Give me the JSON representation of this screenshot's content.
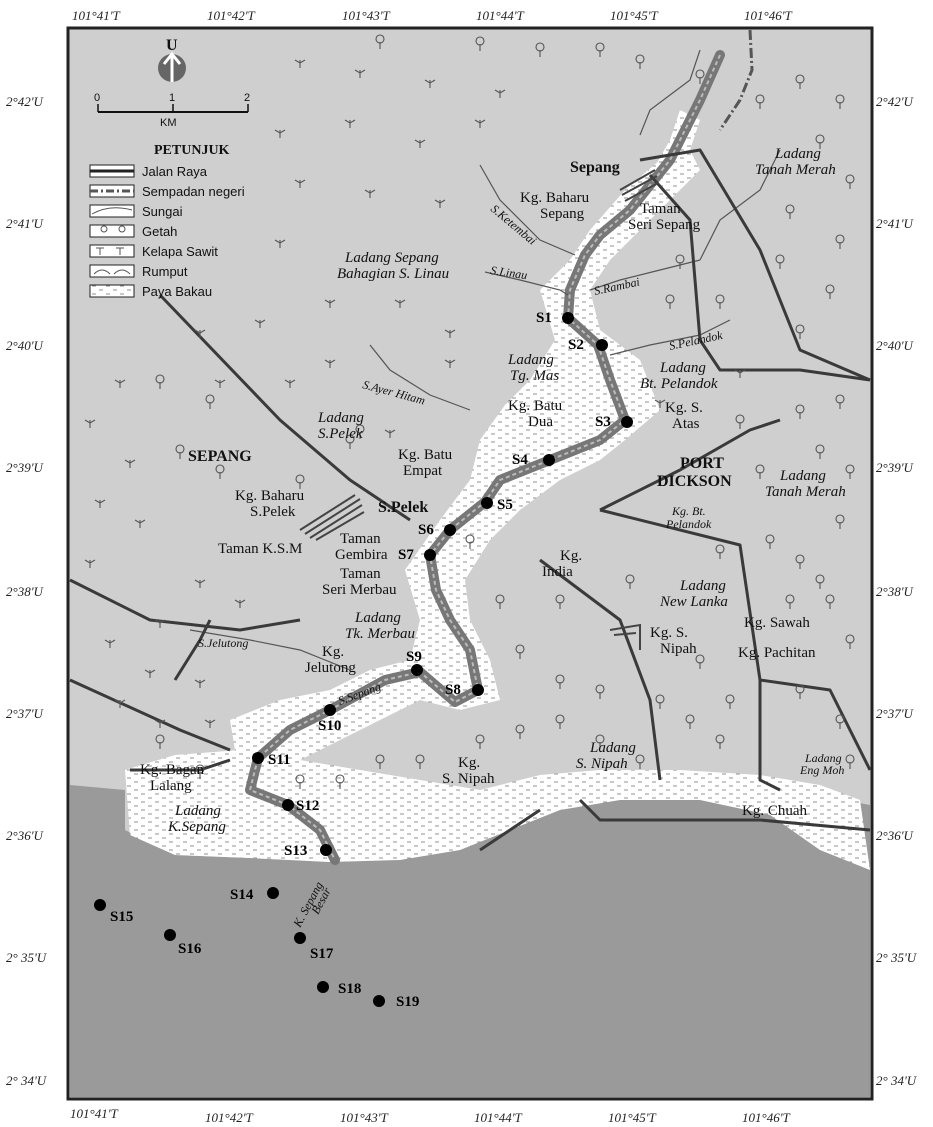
{
  "coords": {
    "top": [
      "101°41'T",
      "101°42'T",
      "101°43'T",
      "101°44'T",
      "101°45'T",
      "101°46'T"
    ],
    "bottom": [
      "101°41'T",
      "101°42'T",
      "101°43'T",
      "101°44'T",
      "101°45'T",
      "101°46'T"
    ],
    "left": [
      "2°42'U",
      "2°41'U",
      "2°40'U",
      "2°39'U",
      "2°38'U",
      "2°37'U",
      "2°36'U",
      "2° 35'U",
      "2° 34'U"
    ],
    "right": [
      "2°42'U",
      "2°41'U",
      "2°40'U",
      "2°39'U",
      "2°38'U",
      "2°37'U",
      "2°36'U",
      "2° 35'U",
      "2° 34'U"
    ]
  },
  "north": "U",
  "scale": {
    "ticks": [
      "0",
      "1",
      "2"
    ],
    "unit": "KM"
  },
  "legend": {
    "title": "PETUNJUK",
    "items": [
      "Jalan Raya",
      "Sempadan negeri",
      "Sungai",
      "Getah",
      "Kelapa Sawit",
      "Rumput",
      "Paya Bakau"
    ]
  },
  "places": {
    "sepang_town": "Sepang",
    "kg_baharu_sepang_1": "Kg. Baharu",
    "kg_baharu_sepang_2": "Sepang",
    "taman_seri_sepang_1": "Taman",
    "taman_seri_sepang_2": "Seri Sepang",
    "ladang_tanah_merah_top_1": "Ladang",
    "ladang_tanah_merah_top_2": "Tanah Merah",
    "ladang_sepang_1": "Ladang Sepang",
    "ladang_sepang_2": "Bahagian S. Linau",
    "ladang_tg_mas_1": "Ladang",
    "ladang_tg_mas_2": "Tg. Mas",
    "ladang_bt_pelandok_1": "Ladang",
    "ladang_bt_pelandok_2": "Bt. Pelandok",
    "kg_batu_dua_1": "Kg. Batu",
    "kg_batu_dua_2": "Dua",
    "kg_s_atas_1": "Kg. S.",
    "kg_s_atas_2": "Atas",
    "ladang_s_pelek_1": "Ladang",
    "ladang_s_pelek_2": "S.Pelek",
    "kg_batu_empat_1": "Kg. Batu",
    "kg_batu_empat_2": "Empat",
    "sepang_state": "SEPANG",
    "port_dickson_1": "PORT",
    "port_dickson_2": "DICKSON",
    "ladang_tanah_merah_mid_1": "Ladang",
    "ladang_tanah_merah_mid_2": "Tanah Merah",
    "kg_baharu_spelek_1": "Kg. Baharu",
    "kg_baharu_spelek_2": "S.Pelek",
    "s_pelek": "S.Pelek",
    "kg_bt_pelandok_1": "Kg. Bt.",
    "kg_bt_pelandok_2": "Pelandok",
    "taman_ksm": "Taman K.S.M",
    "taman_gembira_1": "Taman",
    "taman_gembira_2": "Gembira",
    "taman_seri_merbau_1": "Taman",
    "taman_seri_merbau_2": "Seri Merbau",
    "kg_india_1": "Kg.",
    "kg_india_2": "India",
    "ladang_new_lanka_1": "Ladang",
    "ladang_new_lanka_2": "New Lanka",
    "kg_s_nipah_e_1": "Kg. S.",
    "kg_s_nipah_e_2": "Nipah",
    "kg_sawah": "Kg. Sawah",
    "kg_pachitan": "Kg. Pachitan",
    "ladang_tk_merbau_1": "Ladang",
    "ladang_tk_merbau_2": "Tk. Merbau",
    "kg_jelutong_1": "Kg.",
    "kg_jelutong_2": "Jelutong",
    "kg_s_nipah_s_1": "Kg.",
    "kg_s_nipah_s_2": "S. Nipah",
    "ladang_s_nipah_1": "Ladang",
    "ladang_s_nipah_2": "S. Nipah",
    "ladang_eng_moh_1": "Ladang",
    "ladang_eng_moh_2": "Eng Moh",
    "kg_bagan_lalang_1": "Kg. Bagan",
    "kg_bagan_lalang_2": "Lalang",
    "ladang_k_sepang_1": "Ladang",
    "ladang_k_sepang_2": "K.Sepang",
    "kg_chuah": "Kg. Chuah",
    "k_sepang_besar_1": "K. Sepang",
    "k_sepang_besar_2": "Besar"
  },
  "rivers": {
    "s_ketembai": "S.Ketembai",
    "s_linau": "S.Linau",
    "s_rambai": "S.Rambai",
    "s_pelandok": "S.Pelandok",
    "s_ayer_hitam": "S.Ayer Hitam",
    "s_jelutong": "S.Jelutong",
    "s_sepang": "S.Sepang"
  },
  "stations": [
    "S1",
    "S2",
    "S3",
    "S4",
    "S5",
    "S6",
    "S7",
    "S8",
    "S9",
    "S10",
    "S11",
    "S12",
    "S13",
    "S14",
    "S15",
    "S16",
    "S17",
    "S18",
    "S19"
  ]
}
